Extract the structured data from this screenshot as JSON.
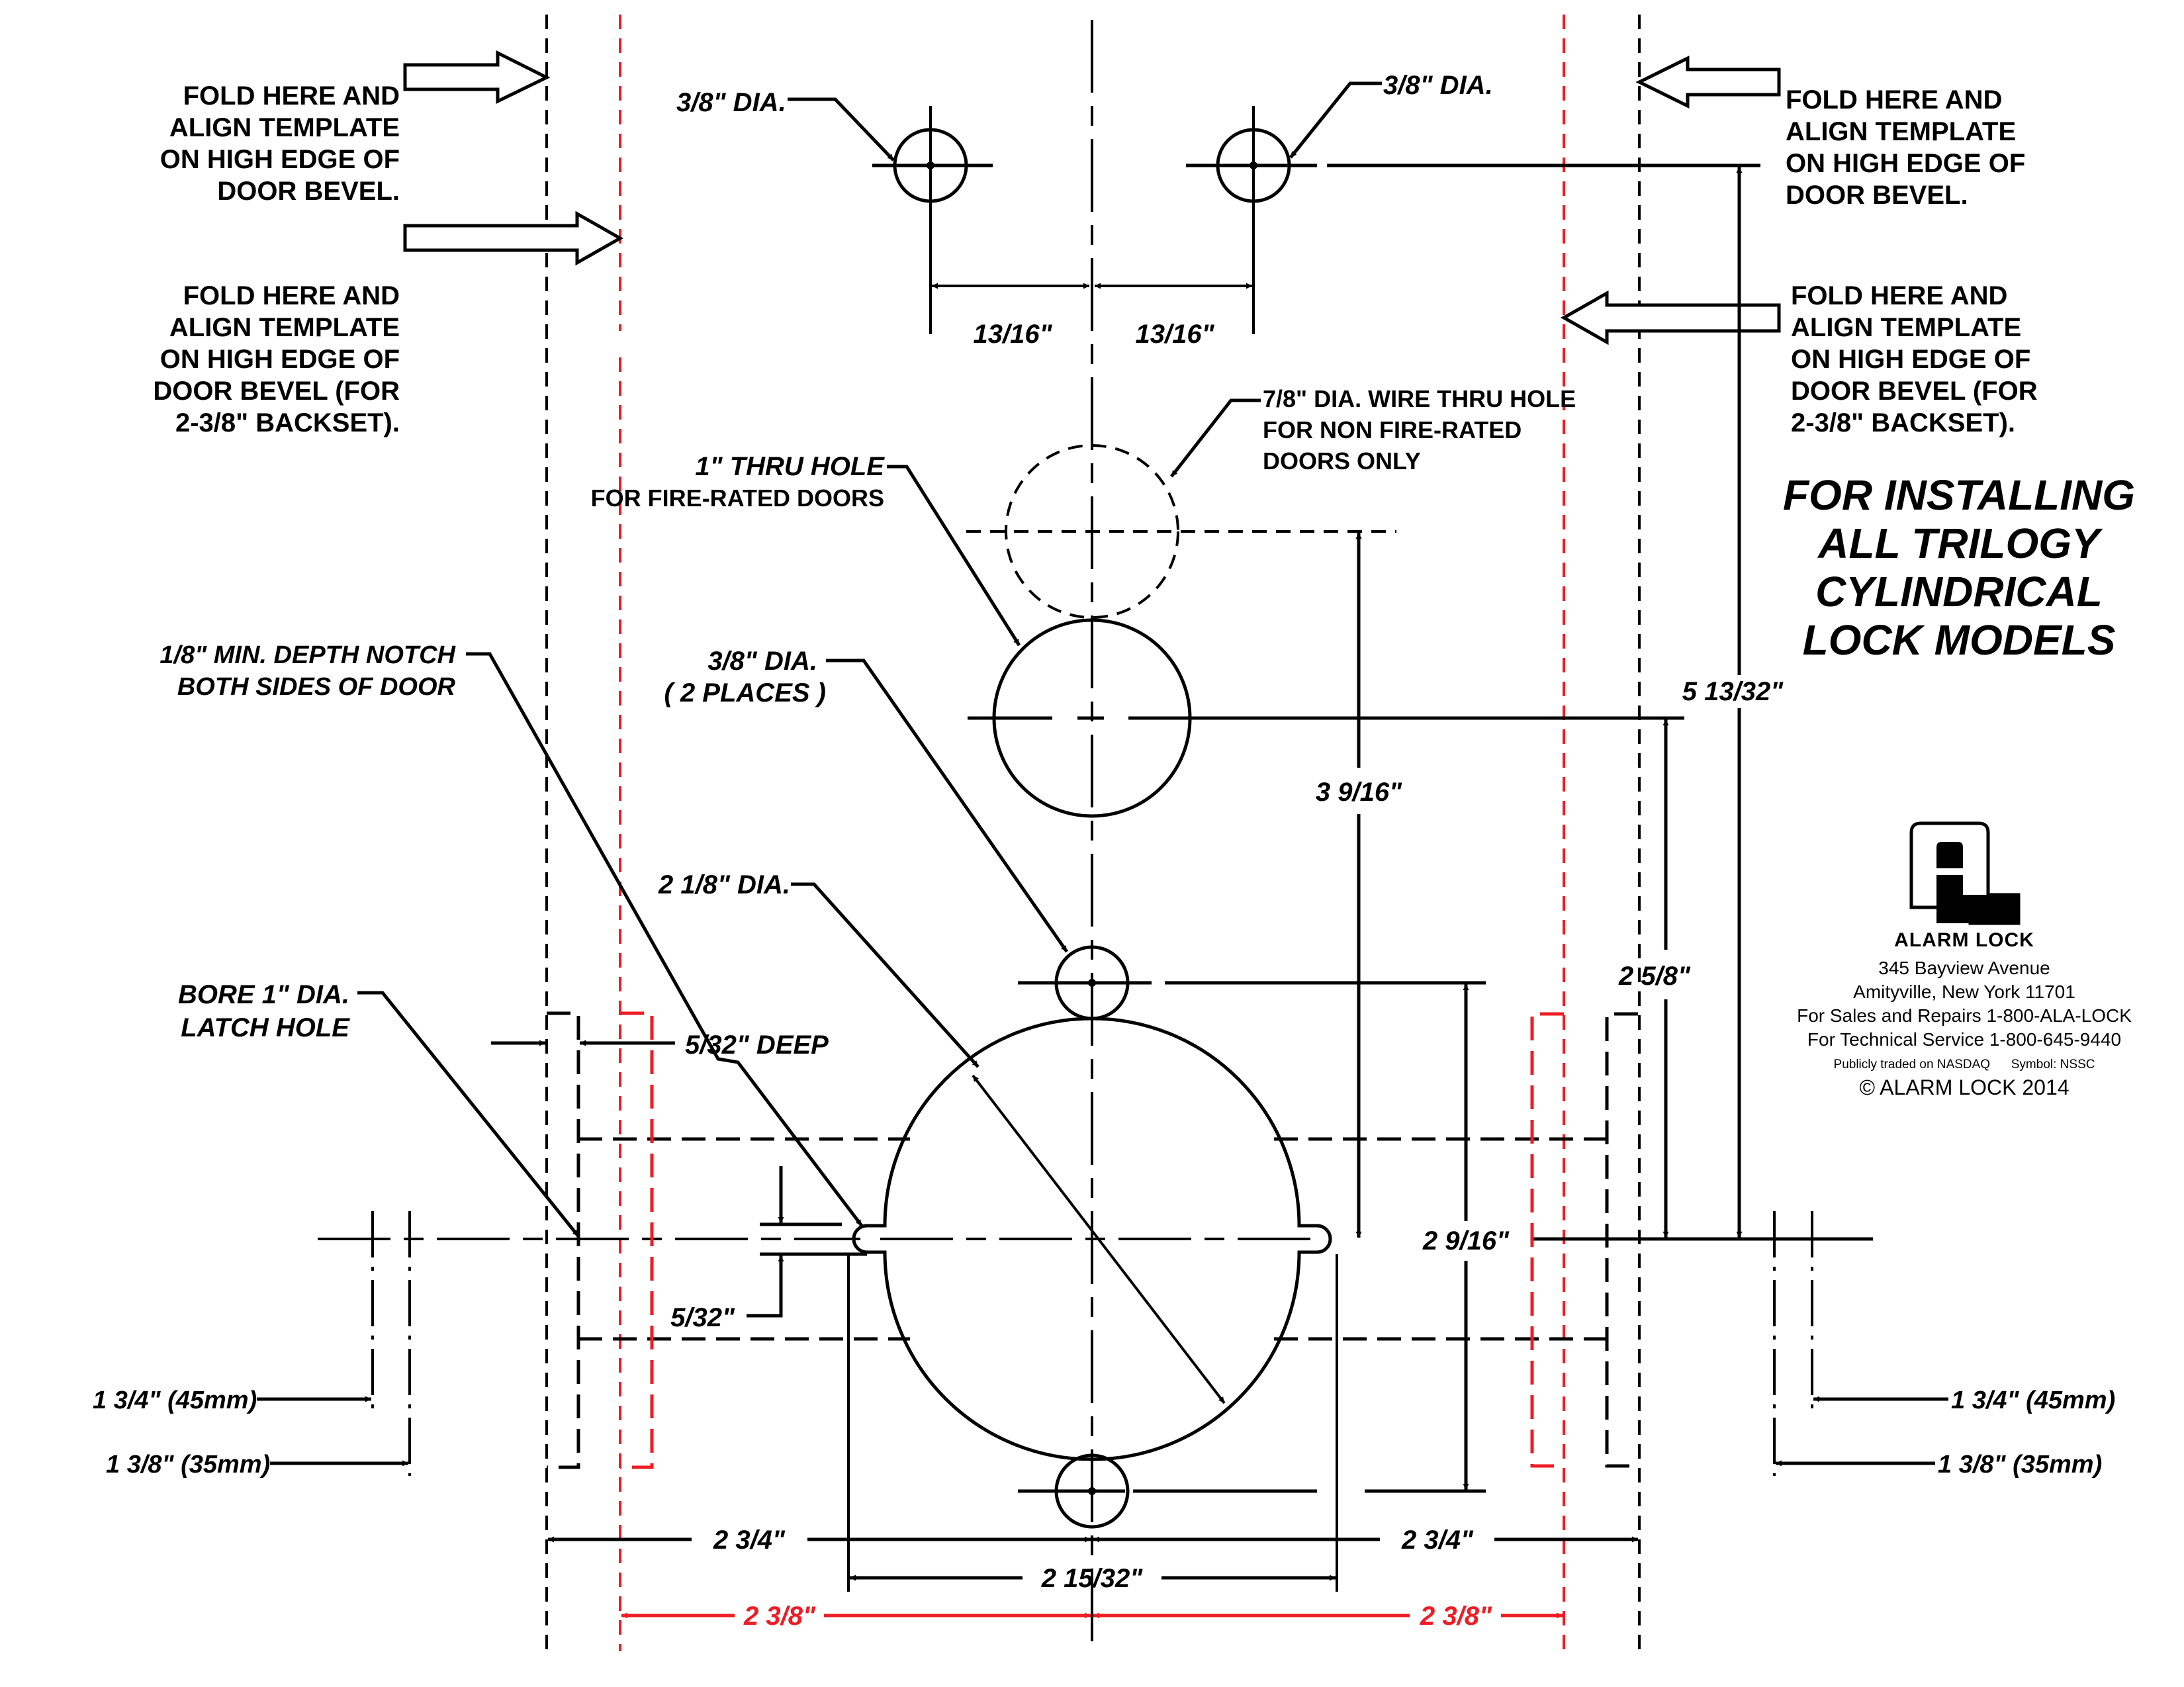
{
  "title": {
    "lines": [
      "FOR INSTALLING",
      "ALL TRILOGY",
      "CYLINDRICAL",
      "LOCK MODELS"
    ]
  },
  "fold_notes": {
    "left_top": [
      "FOLD HERE AND",
      "ALIGN TEMPLATE",
      "ON HIGH EDGE OF",
      "DOOR BEVEL."
    ],
    "left_bottom": [
      "FOLD HERE AND",
      "ALIGN TEMPLATE",
      "ON HIGH EDGE OF",
      "DOOR BEVEL (FOR",
      "2-3/8\" BACKSET)."
    ],
    "right_top": [
      "FOLD HERE AND",
      "ALIGN TEMPLATE",
      "ON HIGH EDGE OF",
      "DOOR BEVEL."
    ],
    "right_bottom": [
      "FOLD HERE AND",
      "ALIGN TEMPLATE",
      "ON HIGH EDGE OF",
      "DOOR BEVEL (FOR",
      "2-3/8\" BACKSET)."
    ]
  },
  "callouts": {
    "top_left_hole": "3/8\" DIA.",
    "top_right_hole": "3/8\" DIA.",
    "wire_hole": [
      "7/8\" DIA. WIRE THRU HOLE",
      "FOR NON FIRE-RATED",
      "DOORS ONLY"
    ],
    "thru_hole": [
      "1\" THRU HOLE",
      "FOR FIRE-RATED DOORS"
    ],
    "notch": [
      "1/8\" MIN. DEPTH NOTCH",
      "BOTH SIDES OF DOOR"
    ],
    "small_holes": [
      "3/8\"  DIA.",
      "( 2 PLACES )"
    ],
    "main_bore": "2  1/8\" DIA.",
    "latch_hole": [
      "BORE  1\"  DIA.",
      "LATCH  HOLE"
    ],
    "deep": "5/32\"  DEEP",
    "notch_height": "5/32\""
  },
  "dimensions": {
    "top_left_spacing": "13/16\"",
    "top_right_spacing": "13/16\"",
    "wire_to_latch": "3  9/16\"",
    "thru_to_latch": "2  5/8\"",
    "top_to_latch": "5  13/32\"",
    "small_hole_spacing": "2  9/16\"",
    "left_backset": "2  3/4\"",
    "right_backset": "2  3/4\"",
    "bore_width": "2  15/32\"",
    "left_backset_red": "2  3/8\"",
    "right_backset_red": "2  3/8\"",
    "door_45_left": "1  3/4\"  (45mm)",
    "door_35_left": "1  3/8\"  (35mm)",
    "door_45_right": "1  3/4\"  (45mm)",
    "door_35_right": "1  3/8\"  (35mm)"
  },
  "company": {
    "logo_name": "ALARM LOCK",
    "address_lines": [
      "345 Bayview Avenue",
      "Amityville, New York 11701",
      "For Sales and Repairs 1-800-ALA-LOCK",
      "For Technical Service 1-800-645-9440"
    ],
    "stock_line": "Publicly traded on NASDAQ      Symbol: NSSC",
    "copyright": "© ALARM LOCK 2014"
  },
  "colors": {
    "line": "#000000",
    "backset_red": "#ee1c24",
    "background": "#ffffff"
  }
}
